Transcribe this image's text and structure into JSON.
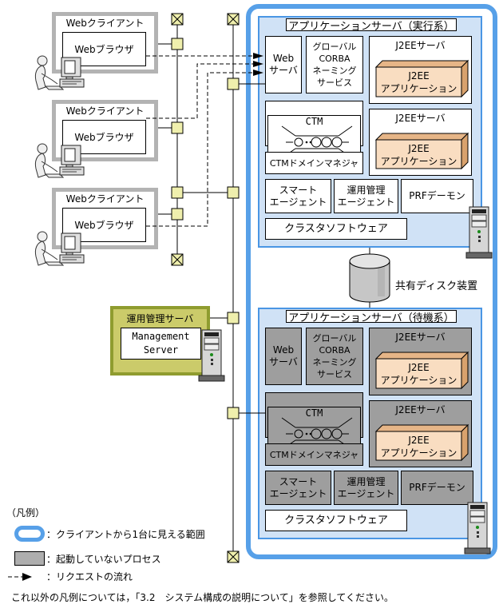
{
  "clients": {
    "items": [
      {
        "title": "Webクライアント",
        "browser": "Webブラウザ"
      },
      {
        "title": "Webクライアント",
        "browser": "Webブラウザ"
      },
      {
        "title": "Webクライアント",
        "browser": "Webブラウザ"
      }
    ]
  },
  "servers": {
    "active": {
      "title": "アプリケーションサーバ（実行系）",
      "web_server": "Web\nサーバ",
      "corba": "グローバル\nCORBA\nネーミング\nサービス",
      "j2ee_server": "J2EEサーバ",
      "j2ee_app": "J2EE\nアプリケーション",
      "ctm": "CTM",
      "ctm_domain_manager": "CTMドメインマネジャ",
      "smart_agent": "スマート\nエージェント",
      "operation_agent": "運用管理\nエージェント",
      "prf_daemon": "PRFデーモン",
      "cluster_software": "クラスタソフトウェア"
    },
    "standby": {
      "title": "アプリケーションサーバ（待機系）",
      "web_server": "Web\nサーバ",
      "corba": "グローバル\nCORBA\nネーミング\nサービス",
      "j2ee_server": "J2EEサーバ",
      "j2ee_app": "J2EE\nアプリケーション",
      "ctm": "CTM",
      "ctm_domain_manager": "CTMドメインマネジャ",
      "smart_agent": "スマート\nエージェント",
      "operation_agent": "運用管理\nエージェント",
      "prf_daemon": "PRFデーモン",
      "cluster_software": "クラスタソフトウェア"
    }
  },
  "management_server": {
    "title": "運用管理サーバ",
    "product": "Management\nServer"
  },
  "shared_disk": {
    "label": "共有ディスク装置"
  },
  "legend": {
    "title": "（凡例）",
    "items": [
      {
        "label": "：クライアントから1台に見える範囲"
      },
      {
        "label": "：起動していないプロセス"
      },
      {
        "label": "：リクエストの流れ"
      }
    ]
  },
  "footnote": {
    "text": "これ以外の凡例については，「3.2　システム構成の説明について」を参照してください。"
  },
  "icons": {
    "user_pc": "user-at-computer-icon",
    "server_tower": "server-tower-icon",
    "shared_disk": "disk-cylinder-icon",
    "ctm": "ctm-cluster-icon",
    "connector": "network-node-square",
    "terminator": "network-terminator-x",
    "request_arrow": "request-flow-arrow"
  },
  "colors": {
    "boundary_blue": "#57a0e8",
    "panel_fill": "#d0e2f6",
    "panel_border": "#4a96e4",
    "inactive_gray": "#9e9e9e",
    "connector_yellow": "#efefad",
    "j2ee_app_face": "#f9ddc1",
    "j2ee_app_top": "#e6b587",
    "j2ee_app_side": "#d9a26d",
    "mgmt_fill": "#cbcb6a",
    "mgmt_border": "#8f9c2f",
    "client_border": "#b3b3b3"
  }
}
